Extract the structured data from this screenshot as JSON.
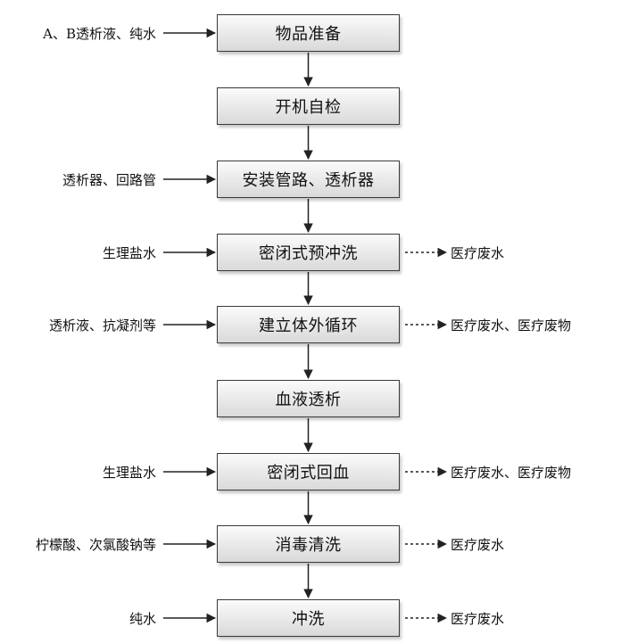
{
  "steps": [
    {
      "label": "物品准备",
      "input": "A、B透析液、纯水",
      "output": ""
    },
    {
      "label": "开机自检",
      "input": "",
      "output": ""
    },
    {
      "label": "安装管路、透析器",
      "input": "透析器、回路管",
      "output": ""
    },
    {
      "label": "密闭式预冲洗",
      "input": "生理盐水",
      "output": "医疗废水"
    },
    {
      "label": "建立体外循环",
      "input": "透析液、抗凝剂等",
      "output": "医疗废水、医疗废物"
    },
    {
      "label": "血液透析",
      "input": "",
      "output": ""
    },
    {
      "label": "密闭式回血",
      "input": "生理盐水",
      "output": "医疗废水、医疗废物"
    },
    {
      "label": "消毒清洗",
      "input": "柠檬酸、次氯酸钠等",
      "output": "医疗废水"
    },
    {
      "label": "冲洗",
      "input": "纯水",
      "output": "医疗废水"
    }
  ],
  "colors": {
    "box_border": "#3a3a3a",
    "box_fill_top": "#fbfbfb",
    "box_fill_bottom": "#d9d9d9",
    "arrow": "#222222"
  }
}
